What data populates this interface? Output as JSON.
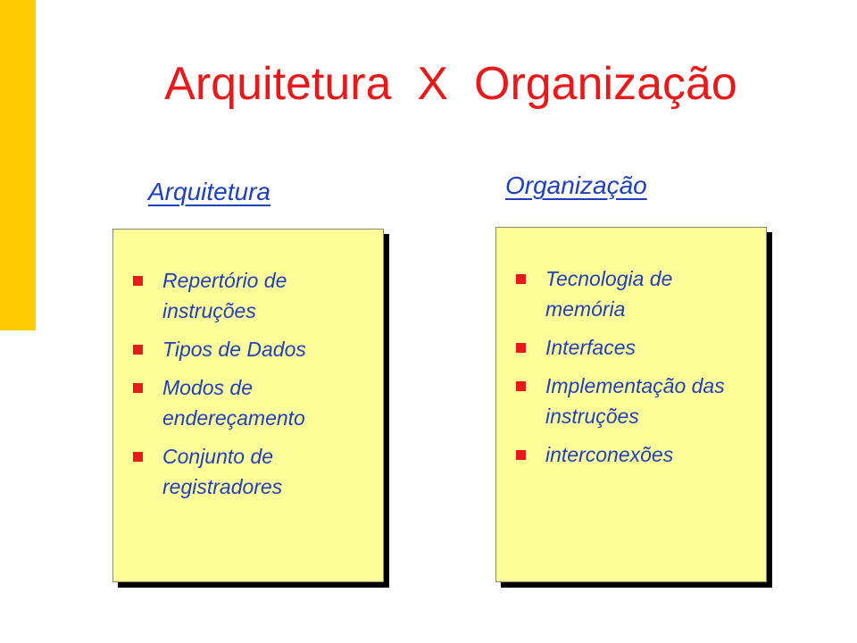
{
  "title": "Arquitetura  X  Organização",
  "colors": {
    "accent_bar": "#FFCC00",
    "title": "#E8191A",
    "text": "#1F3FBF",
    "box_fill": "#FFFF99",
    "bullet": "#E8191A"
  },
  "left": {
    "heading": "Arquitetura",
    "items": [
      "Repertório de instruções",
      "Tipos de Dados",
      "Modos de endereçamento",
      "Conjunto de registradores"
    ]
  },
  "right": {
    "heading": "Organização",
    "items": [
      "Tecnologia de memória",
      "Interfaces",
      "Implementação das instruções",
      "interconexões"
    ]
  }
}
